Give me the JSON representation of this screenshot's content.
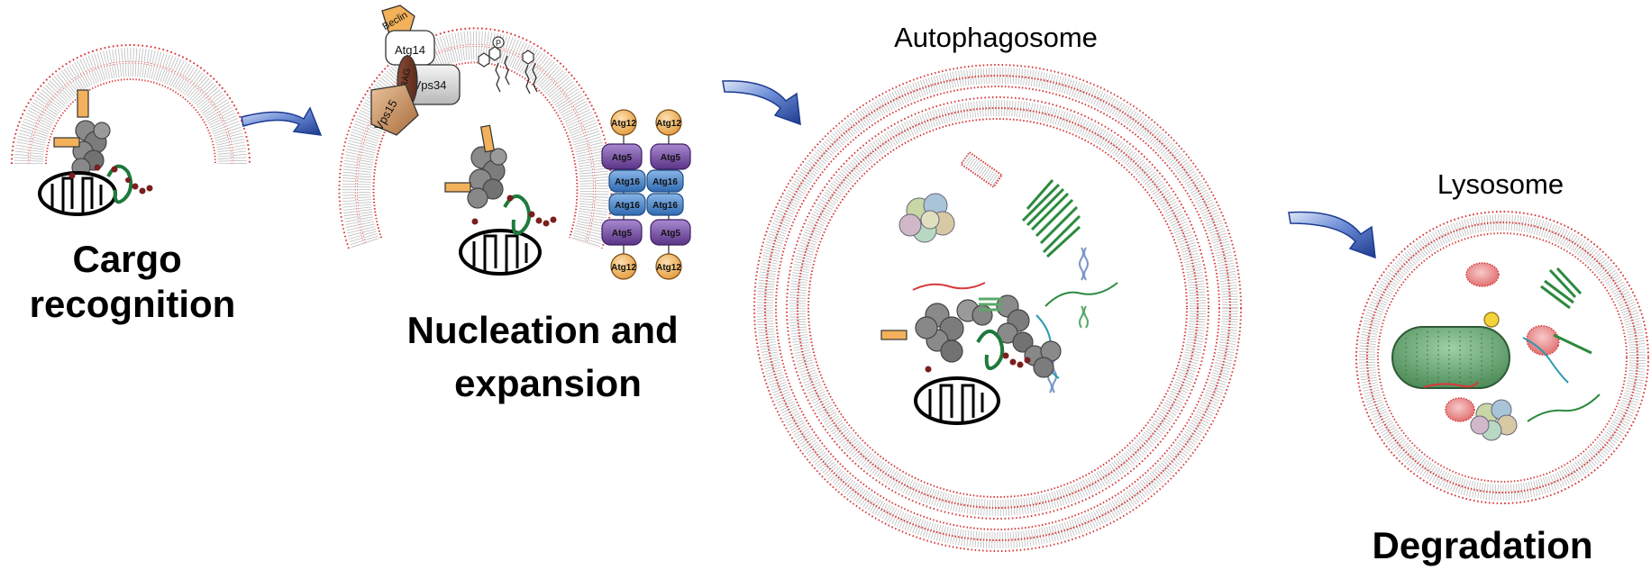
{
  "stages": {
    "cargo_line1": "Cargo",
    "cargo_line2": "recognition",
    "nucleation_line1": "Nucleation and",
    "nucleation_line2": "expansion",
    "degradation": "Degradation"
  },
  "organelles": {
    "autophagosome": "Autophagosome",
    "lysosome": "Lysosome"
  },
  "complex": {
    "beclin": "Beclin",
    "atg14": "Atg14",
    "vps34": "Vps34",
    "vps15": "Vps15",
    "uvrag": "UVRAG",
    "phosphate": "P"
  },
  "conjugation": {
    "atg12": "Atg12",
    "atg5": "Atg5",
    "atg16": "Atg16"
  },
  "colors": {
    "membrane_red": "#d8383a",
    "membrane_gray": "#bdbdbd",
    "arrow_blue": "#2e4fa8",
    "receptor_gray": "#6f6f6f",
    "atg12_orange": "#f2b15a",
    "atg5_purple": "#7b4fa3",
    "atg16_blue": "#4a86c8",
    "bacterium_green": "#5e9a68",
    "fibril_green": "#2b8a3e"
  }
}
